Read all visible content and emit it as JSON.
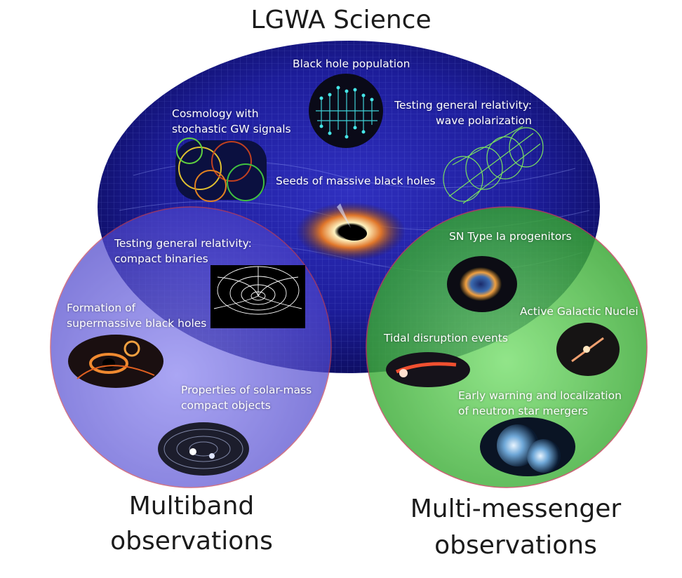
{
  "title": "LGWA Science",
  "topics": {
    "black_hole_population": "Black hole population",
    "cosmology_line1": "Cosmology with",
    "cosmology_line2": "stochastic GW signals",
    "gr_polarization_line1": "Testing general relativity:",
    "gr_polarization_line2": "wave polarization",
    "seeds": "Seeds of massive black holes",
    "gr_binaries_line1": "Testing general relativity:",
    "gr_binaries_line2": "compact binaries",
    "smbh_line1": "Formation of",
    "smbh_line2": "supermassive black holes",
    "solar_mass_line1": "Properties of solar-mass",
    "solar_mass_line2": "compact objects",
    "sn_type": "SN Type Ia progenitors",
    "agn": "Active Galactic Nuclei",
    "tde": "Tidal disruption events",
    "early_warning_line1": "Early warning and localization",
    "early_warning_line2": "of neutron star mergers"
  },
  "regions": {
    "multiband_line1": "Multiband",
    "multiband_line2": "observations",
    "multimessenger_line1": "Multi-messenger",
    "multimessenger_line2": "observations"
  },
  "colors": {
    "lgwa_region": "#1a1aa0",
    "multiband_region": "#5a4fd8",
    "multimessenger_region": "#46c03c",
    "region_outline": "#c0405a"
  }
}
